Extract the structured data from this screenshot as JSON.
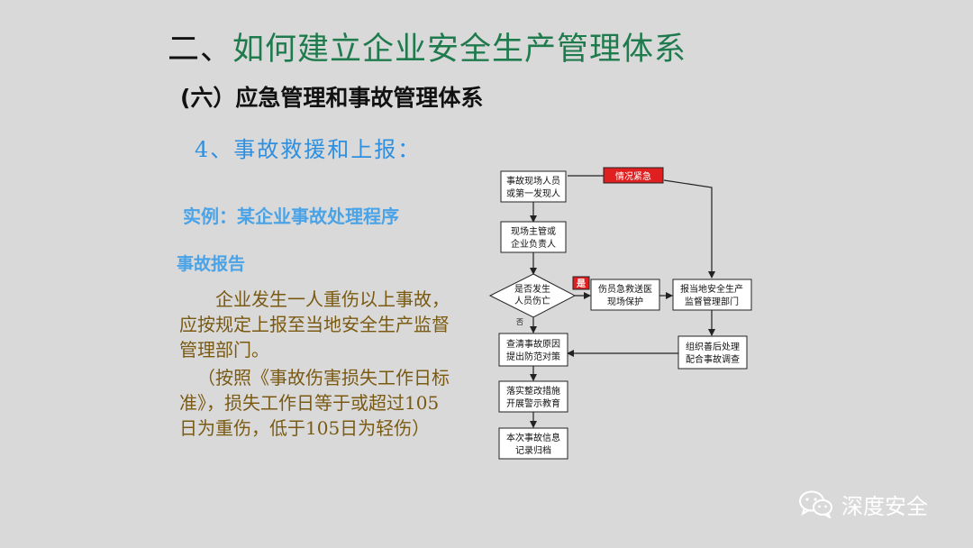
{
  "slide": {
    "title_prefix": "二、",
    "title_main": "如何建立企业安全生产管理体系",
    "subtitle": "(六）应急管理和事故管理体系",
    "item_heading": "4、事故救援和上报：",
    "example_label": "实例：某企业事故处理程序",
    "report_label": "事故报告",
    "paragraph1": "企业发生一人重伤以上事故，应按规定上报至当地安全生产监督管理部门。",
    "paragraph2": "（按照《事故伤害损失工作日标准》，损失工作日等于或超过105日为重伤，低于105日为轻伤）"
  },
  "flowchart": {
    "box1": [
      "事故现场人员",
      "或第一发现人"
    ],
    "urgent_label": "情况紧急",
    "box2": [
      "现场主管或",
      "企业负责人"
    ],
    "decision": [
      "是否发生",
      "人员伤亡"
    ],
    "yes_label": "是",
    "no_label": "否",
    "box_rescue": [
      "伤员急救送医",
      "现场保护"
    ],
    "box_report": [
      "报当地安全生产",
      "监督管理部门"
    ],
    "box_investigate": [
      "查清事故原因",
      "提出防范对策"
    ],
    "box_aftermath": [
      "组织善后处理",
      "配合事故调查"
    ],
    "box_rectify": [
      "落实整改措施",
      "开展警示教育"
    ],
    "box_record": [
      "本次事故信息",
      "记录归档"
    ]
  },
  "watermark": {
    "text": "深度安全",
    "icon": "wechat-icon"
  },
  "colors": {
    "background": "#d9d9d9",
    "title_green": "#1f7a4d",
    "heading_blue": "#2e8fe0",
    "label_blue": "#4aa3e6",
    "body_brown": "#7a5a12",
    "urgent_red": "#e02020"
  }
}
